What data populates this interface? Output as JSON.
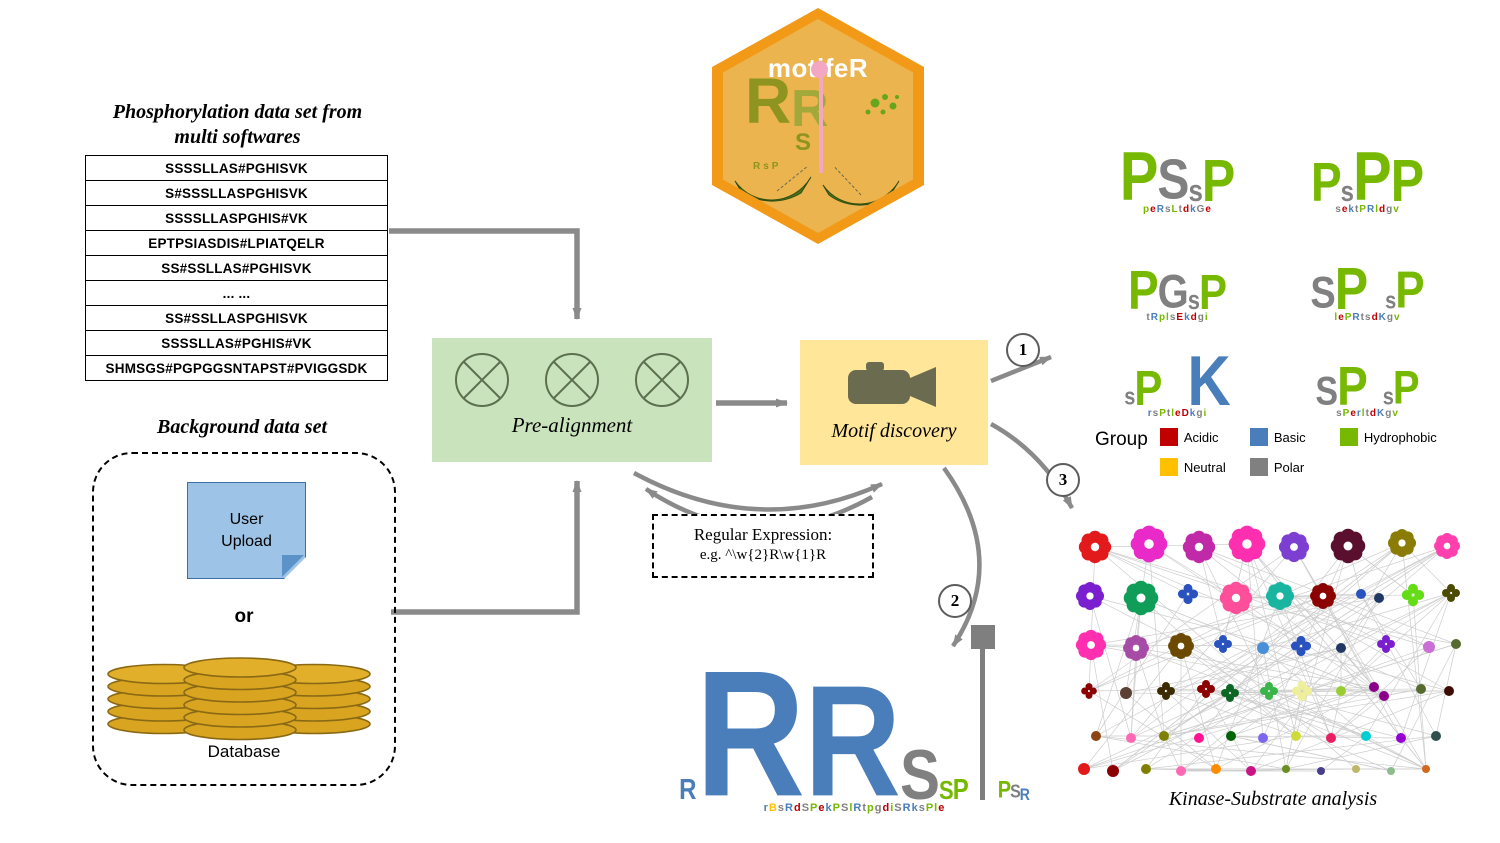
{
  "logo": {
    "title": "motifeR",
    "art": {
      "r1": "R",
      "r2": "R",
      "s": "S",
      "tiny": "RsP"
    }
  },
  "phospho": {
    "title1": "Phosphorylation data set from",
    "title2": "multi softwares",
    "rows": [
      "SSSSLLAS#PGHISVK",
      "S#SSSLLASPGHISVK",
      "SSSSLLASPGHIS#VK",
      "EPTPSIASDIS#LPIATQELR",
      "SS#SSLLAS#PGHISVK",
      "... ...",
      "SS#SSLLASPGHISVK",
      "SSSSLLAS#PGHIS#VK",
      "SHMSGS#PGPGGSNTAPST#PVIGGSDK"
    ]
  },
  "background": {
    "title": "Background data set",
    "upload1": "User",
    "upload2": "Upload",
    "or": "or",
    "db": "Database"
  },
  "pre": {
    "label": "Pre-alignment"
  },
  "motif": {
    "label": "Motif discovery"
  },
  "regex": {
    "title": "Regular Expression:",
    "pattern": "e.g. ^\\w{2}R\\w{1}R"
  },
  "steps": [
    "1",
    "2",
    "3"
  ],
  "legend": {
    "title": "Group",
    "items": [
      {
        "label": "Acidic",
        "color": "#c00000"
      },
      {
        "label": "Basic",
        "color": "#4a7ebb"
      },
      {
        "label": "Hydrophobic",
        "color": "#76b900"
      },
      {
        "label": "Neutral",
        "color": "#ffc000"
      },
      {
        "label": "Polar",
        "color": "#808080"
      }
    ]
  },
  "kinase_caption": "Kinase-Substrate analysis",
  "colors": {
    "acidic": "#c00000",
    "basic": "#4a7ebb",
    "hydrophobic": "#76b900",
    "neutral": "#ffc000",
    "polar": "#808080"
  },
  "mini_logos": [
    {
      "letters": [
        [
          "P",
          58,
          "hydrophobic"
        ],
        [
          "S",
          48,
          "polar"
        ],
        [
          "s",
          26,
          "polar"
        ],
        [
          "P",
          50,
          "hydrophobic"
        ]
      ],
      "dust": "peRsLtdkGe"
    },
    {
      "letters": [
        [
          "P",
          46,
          "hydrophobic"
        ],
        [
          "s",
          24,
          "polar"
        ],
        [
          "P",
          58,
          "hydrophobic"
        ],
        [
          "P",
          50,
          "hydrophobic"
        ]
      ],
      "dust": "sektPRldgv"
    },
    {
      "letters": [
        [
          "P",
          46,
          "hydrophobic"
        ],
        [
          "G",
          40,
          "polar"
        ],
        [
          "s",
          22,
          "polar"
        ],
        [
          "P",
          42,
          "hydrophobic"
        ]
      ],
      "dust": "tRplsEkdgi"
    },
    {
      "letters": [
        [
          "S",
          38,
          "polar"
        ],
        [
          "P",
          50,
          "hydrophobic"
        ],
        [
          " ",
          18
        ],
        [
          "s",
          20,
          "polar"
        ],
        [
          "P",
          44,
          "hydrophobic"
        ]
      ],
      "dust": "lePRtsdKgv"
    },
    {
      "letters": [
        [
          "s",
          20,
          "polar"
        ],
        [
          "P",
          42,
          "hydrophobic"
        ],
        [
          " ",
          26
        ],
        [
          "K",
          60,
          "basic"
        ]
      ],
      "dust": "rsPtleDkgi"
    },
    {
      "letters": [
        [
          "S",
          34,
          "polar"
        ],
        [
          "P",
          46,
          "hydrophobic"
        ],
        [
          " ",
          16
        ],
        [
          "s",
          20,
          "polar"
        ],
        [
          "P",
          40,
          "hydrophobic"
        ]
      ],
      "dust": "sPerltdKgv"
    }
  ],
  "big_logo": {
    "letters": [
      [
        "R",
        24,
        "basic"
      ],
      [
        "R",
        152,
        "basic"
      ],
      [
        "R",
        134,
        "basic"
      ],
      [
        "S",
        60,
        "polar"
      ],
      [
        "S",
        22,
        "hydrophobic"
      ],
      [
        "P",
        24,
        "hydrophobic"
      ],
      [
        "PIN",
        175
      ],
      [
        "P",
        20,
        "hydrophobic"
      ],
      [
        "S",
        16,
        "polar"
      ],
      [
        "R",
        14,
        "basic"
      ]
    ],
    "dust": "rBsRdSPekPSlRtpgdiSRksPle"
  },
  "network": {
    "nodes": [
      [
        1095,
        547,
        15,
        "#e31a1c",
        "f"
      ],
      [
        1149,
        544,
        17,
        "#ea29c9",
        "f"
      ],
      [
        1199,
        547,
        15,
        "#c02aa8",
        "f"
      ],
      [
        1247,
        544,
        17,
        "#ff2fb0",
        "f"
      ],
      [
        1294,
        547,
        14,
        "#7d3fd1",
        "f"
      ],
      [
        1348,
        546,
        16,
        "#5a0f2e",
        "f"
      ],
      [
        1402,
        543,
        13,
        "#8a7c07",
        "f"
      ],
      [
        1447,
        546,
        12,
        "#ff3fae",
        "f"
      ],
      [
        1090,
        596,
        13,
        "#7a1fd0",
        "f"
      ],
      [
        1141,
        598,
        16,
        "#0f9d58",
        "f"
      ],
      [
        1188,
        594,
        9,
        "#2a52be",
        "c"
      ],
      [
        1236,
        598,
        15,
        "#ff4f9a",
        "f"
      ],
      [
        1280,
        596,
        13,
        "#19b5a0",
        "f"
      ],
      [
        1323,
        596,
        12,
        "#8b0000",
        "f"
      ],
      [
        1361,
        594,
        5,
        "#2a52be",
        "d"
      ],
      [
        1379,
        598,
        5,
        "#203864",
        "d"
      ],
      [
        1413,
        595,
        10,
        "#64dd17",
        "c"
      ],
      [
        1451,
        593,
        8,
        "#4a4a00",
        "c"
      ],
      [
        1091,
        645,
        14,
        "#ff2fb0",
        "f"
      ],
      [
        1136,
        648,
        12,
        "#a64ca6",
        "f"
      ],
      [
        1181,
        646,
        12,
        "#6b4a00",
        "f"
      ],
      [
        1223,
        644,
        8,
        "#2a52be",
        "c"
      ],
      [
        1263,
        648,
        6,
        "#4a90d9",
        "d"
      ],
      [
        1301,
        646,
        9,
        "#2a52be",
        "c"
      ],
      [
        1341,
        648,
        5,
        "#203864",
        "d"
      ],
      [
        1386,
        644,
        8,
        "#7a1fd0",
        "c"
      ],
      [
        1429,
        647,
        6,
        "#c96fd6",
        "d"
      ],
      [
        1456,
        644,
        5,
        "#556b2f",
        "d"
      ],
      [
        1089,
        691,
        7,
        "#8b0000",
        "c"
      ],
      [
        1126,
        693,
        6,
        "#5c4033",
        "d"
      ],
      [
        1166,
        691,
        8,
        "#3d2b00",
        "c"
      ],
      [
        1206,
        689,
        8,
        "#8b0000",
        "c"
      ],
      [
        1230,
        693,
        8,
        "#0b6623",
        "c"
      ],
      [
        1269,
        691,
        8,
        "#39b54a",
        "c"
      ],
      [
        1302,
        691,
        9,
        "#eeee9b",
        "c"
      ],
      [
        1341,
        691,
        5,
        "#9acd32",
        "d"
      ],
      [
        1374,
        687,
        5,
        "#8b008b",
        "d"
      ],
      [
        1384,
        696,
        5,
        "#8b008b",
        "d"
      ],
      [
        1421,
        689,
        5,
        "#556b2f",
        "d"
      ],
      [
        1449,
        691,
        5,
        "#3d0c02",
        "d"
      ],
      [
        1096,
        736,
        5,
        "#8b4513",
        "d"
      ],
      [
        1131,
        738,
        5,
        "#ff69b4",
        "d"
      ],
      [
        1164,
        736,
        5,
        "#808000",
        "d"
      ],
      [
        1199,
        738,
        5,
        "#ff1493",
        "d"
      ],
      [
        1231,
        736,
        5,
        "#006400",
        "d"
      ],
      [
        1263,
        738,
        5,
        "#7b68ee",
        "d"
      ],
      [
        1296,
        736,
        5,
        "#cddc39",
        "d"
      ],
      [
        1331,
        738,
        5,
        "#e91e63",
        "d"
      ],
      [
        1366,
        736,
        5,
        "#00ced1",
        "d"
      ],
      [
        1401,
        738,
        5,
        "#9400d3",
        "d"
      ],
      [
        1436,
        736,
        5,
        "#2f4f4f",
        "d"
      ],
      [
        1084,
        769,
        6,
        "#e31a1c",
        "d"
      ],
      [
        1113,
        771,
        6,
        "#8b0000",
        "d"
      ],
      [
        1146,
        769,
        5,
        "#808000",
        "d"
      ],
      [
        1181,
        771,
        5,
        "#ff69b4",
        "d"
      ],
      [
        1216,
        769,
        5,
        "#ff8c00",
        "d"
      ],
      [
        1251,
        771,
        5,
        "#c71585",
        "d"
      ],
      [
        1286,
        769,
        4,
        "#6b8e23",
        "d"
      ],
      [
        1321,
        771,
        4,
        "#483d8b",
        "d"
      ],
      [
        1356,
        769,
        4,
        "#bdb76b",
        "d"
      ],
      [
        1391,
        771,
        4,
        "#8fbc8f",
        "d"
      ],
      [
        1426,
        769,
        4,
        "#d2691e",
        "d"
      ]
    ]
  }
}
